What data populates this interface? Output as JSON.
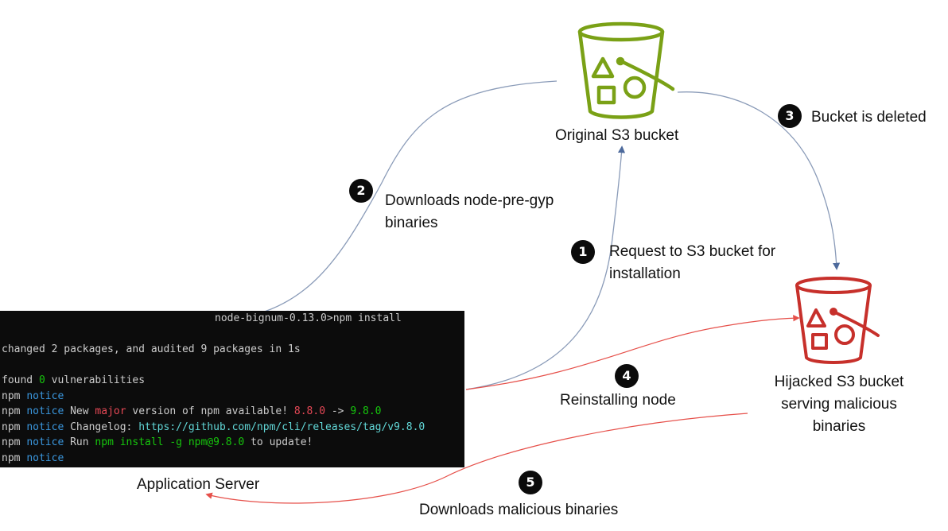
{
  "colors": {
    "original_bucket": "#7aa116",
    "hijacked_bucket": "#c7302b",
    "safe_arrow": "#8a9bb8",
    "malicious_arrow": "#e6504a",
    "badge": "#0b0b0b"
  },
  "nodes": {
    "original_bucket": {
      "label": "Original S3 bucket",
      "icon": "s3-bucket-icon"
    },
    "hijacked_bucket": {
      "label": "Hijacked S3 bucket serving malicious binaries",
      "icon": "s3-bucket-icon"
    },
    "app_server": {
      "label": "Application Server"
    }
  },
  "steps": [
    {
      "number": "1",
      "text": "Request to S3 bucket for installation"
    },
    {
      "number": "2",
      "text": "Downloads node-pre-gyp binaries"
    },
    {
      "number": "3",
      "text": "Bucket is deleted"
    },
    {
      "number": "4",
      "text": "Reinstalling node"
    },
    {
      "number": "5",
      "text": "Downloads malicious binaries"
    }
  ],
  "terminal": {
    "prompt": "node-bignum-0.13.0>npm install",
    "changed": "changed 2 packages, and audited 9 packages in 1s",
    "found_prefix": "found ",
    "found_count": "0",
    "found_suffix": " vulnerabilities",
    "npm": "npm",
    "notice": "notice",
    "new_version_prefix": " New ",
    "major": "major",
    "new_version_mid": " version of npm available! ",
    "old_version": "8.8.0",
    "arrow": " -> ",
    "new_version": "9.8.0",
    "changelog_prefix": " Changelog: ",
    "changelog_url": "https://github.com/npm/cli/releases/tag/v9.8.0",
    "run_prefix": " Run ",
    "run_command": "npm install -g npm@9.8.0",
    "run_suffix": " to update!"
  }
}
